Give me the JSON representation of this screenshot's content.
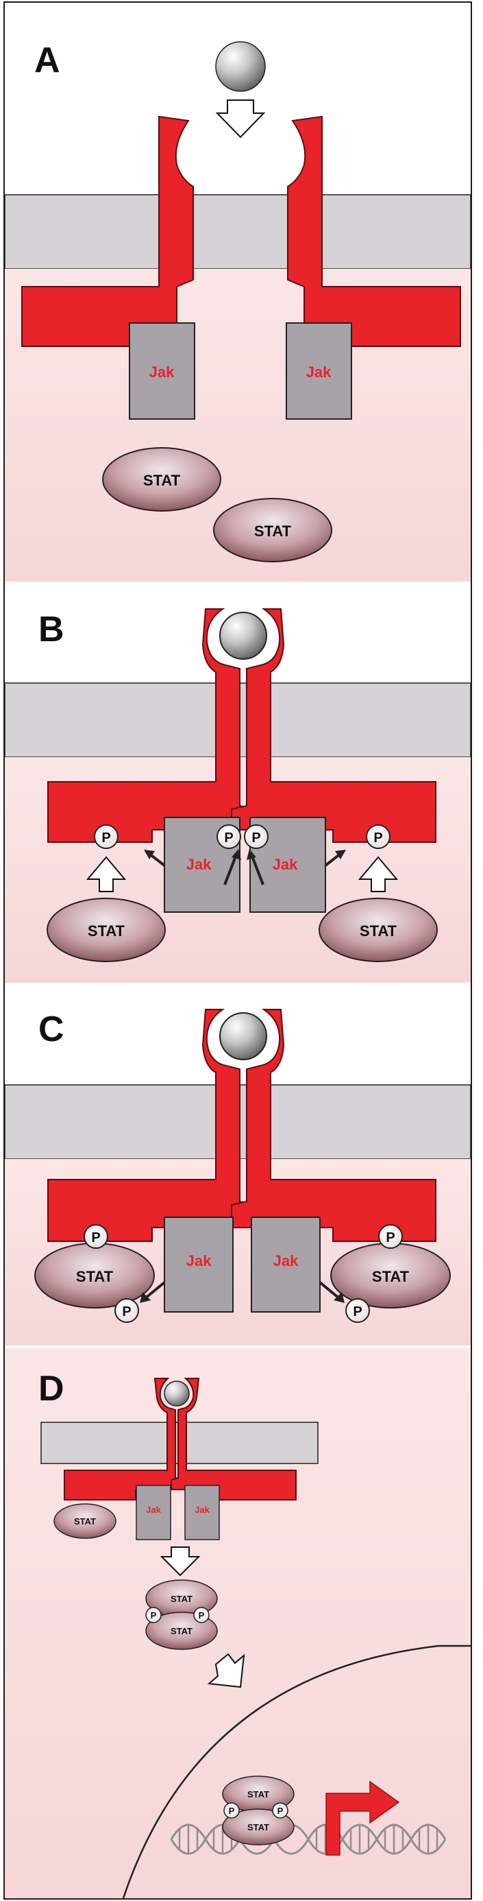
{
  "panels": [
    {
      "label": "A"
    },
    {
      "label": "B"
    },
    {
      "label": "C"
    },
    {
      "label": "D"
    }
  ],
  "labels": {
    "jak": "Jak",
    "stat": "STAT",
    "phosphate": "P"
  },
  "colors": {
    "receptor": "#e8232a",
    "receptor_outline": "#5a0d10",
    "membrane": "#d6d3d6",
    "cytoplasm_pink": "#f5d4d6",
    "jak_box": "#a8a3a8",
    "stat_oval": "#b48890",
    "ligand": "#a9a9a9",
    "dna": "#9a9a9a",
    "transcription_arrow": "#e8232a"
  }
}
